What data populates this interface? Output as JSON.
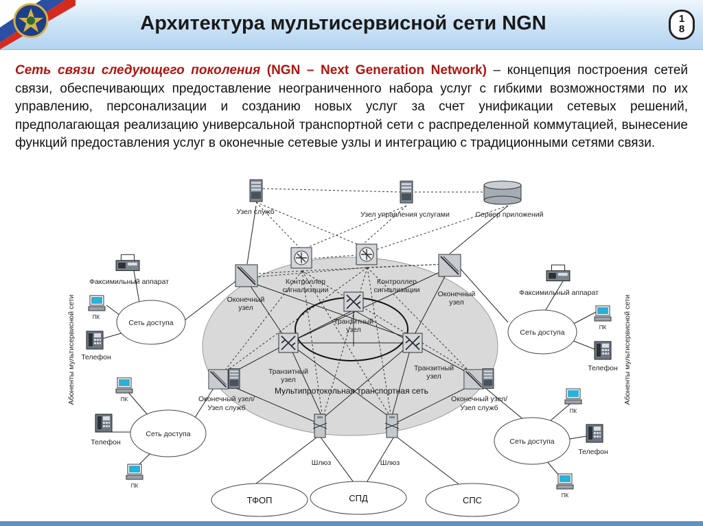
{
  "header": {
    "title": "Архитектура мультисервисной сети NGN",
    "page_number_top": "1",
    "page_number_bottom": "8"
  },
  "intro": {
    "term": "Сеть связи следующего поколения",
    "abbrev": "(NGN – Next Generation Network)",
    "text": " – концепция построения сетей связи, обеспечивающих предоставление неограниченного набора услуг с гибкими возможностями по их управлению, персонализации и созданию новых услуг за счет унификации сетевых решений, предполагающая реализацию универсальной транспортной сети с распределенной коммутацией, вынесение функций предоставления услуг в оконечные сетевые узлы и интеграцию с традиционными сетями связи."
  },
  "diagram": {
    "core_label": "Мультипротокольная транспортная сеть",
    "service_node": "Узел служб",
    "service_control_node": "Узел управления услугами",
    "app_server": "Сервер приложений",
    "signal_controller_line1": "Контроллер",
    "signal_controller_line2": "сигнализации",
    "terminal_node_line1": "Оконечный",
    "terminal_node_line2": "узел",
    "transit_node_line1": "Транзитный",
    "transit_node_line2": "узел",
    "terminal_service_line1": "Оконечный узел/",
    "terminal_service_line2": "Узел служб",
    "gateway": "Шлюз",
    "access_network": "Сеть доступа",
    "fax": "Факсимильный аппарат",
    "pc": "ПК",
    "phone": "Телефон",
    "subscribers": "Абоненты мультисервисной сети",
    "pstn": "ТФОП",
    "spd": "СПД",
    "sps": "СПС"
  }
}
